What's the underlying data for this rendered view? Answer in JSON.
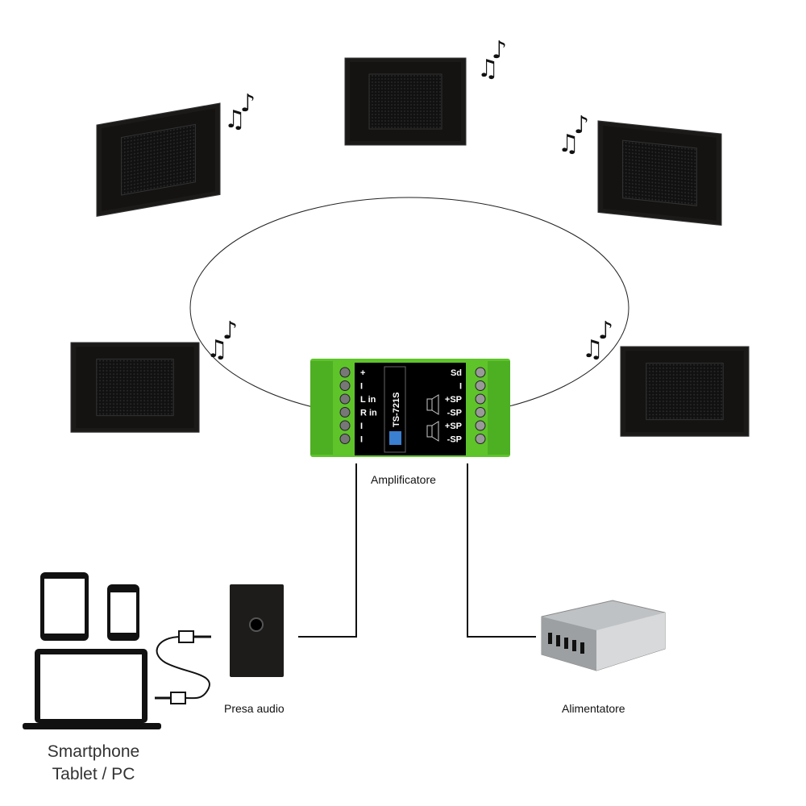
{
  "amplifier": {
    "label": "Amplificatore",
    "model": "TS-721S",
    "left_terminals": [
      "+",
      "I",
      "L in",
      "R in",
      "I",
      "I"
    ],
    "right_terminals": [
      "Sd",
      "I",
      "+SP",
      "-SP",
      "+SP",
      "-SP"
    ],
    "body_color": "#5ec42a",
    "panel_color": "#000000"
  },
  "audio_socket": {
    "label": "Presa audio"
  },
  "power_supply": {
    "label": "Alimentatore"
  },
  "source_devices": {
    "line1": "Smartphone",
    "line2": "Tablet / PC"
  },
  "icons": [
    "speaker-icon",
    "music-note-icon",
    "tablet-icon",
    "smartphone-icon",
    "laptop-icon",
    "audio-cable-icon",
    "power-supply-icon"
  ]
}
